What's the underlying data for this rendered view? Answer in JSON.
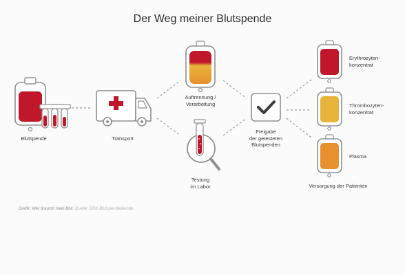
{
  "title": "Der Weg meiner Blutspende",
  "nodes": {
    "blutspende": "Blutspende",
    "transport": "Transport",
    "auftrennung_1": "Auftrennung /",
    "auftrennung_2": "Verarbeitung",
    "testung_1": "Testung",
    "testung_2": "im Labor",
    "freigabe_1": "Freigabe",
    "freigabe_2": "der getesteten",
    "freigabe_3": "Blutspenden",
    "erythro_1": "Erythrozyten-",
    "erythro_2": "konzentrat",
    "thrombo_1": "Thrombozyten-",
    "thrombo_2": "konzentrat",
    "plasma": "Plasma",
    "versorgung": "Versorgung der Patienten"
  },
  "caption": {
    "text": "Grafik: Wer braucht mein Blut.",
    "source": "Quelle: DRK-Blutspendedienste"
  },
  "icons": {
    "blood_bag": "blood-bag-icon",
    "test_tubes": "test-tubes-icon",
    "truck": "ambulance-truck-icon",
    "separated_bag": "separated-blood-bag-icon",
    "magnifier_tube": "magnifier-test-tube-icon",
    "checkmark": "checkmark-icon"
  },
  "colors": {
    "red": "#c0182a",
    "orange": "#e8902e",
    "yellow": "#e6b43a",
    "grey_outline": "#8f8f8f"
  }
}
